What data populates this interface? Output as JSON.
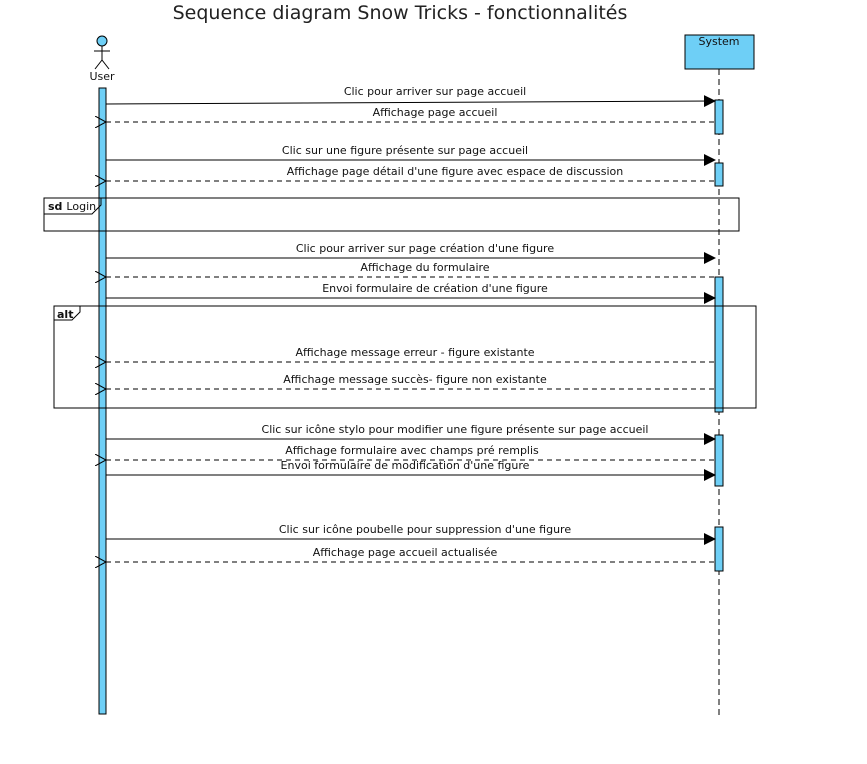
{
  "title": "Sequence diagram Snow Tricks - fonctionnalités",
  "actors": {
    "user": {
      "label": "User"
    },
    "system": {
      "label": "System"
    }
  },
  "colors": {
    "lifeline_fill": "#6ecff6",
    "stroke": "#000000"
  },
  "frames": {
    "login": {
      "keyword": "sd",
      "name": "Login"
    },
    "alt": {
      "keyword": "alt",
      "name": ""
    }
  },
  "messages": [
    {
      "text": "Clic pour arriver sur page accueil",
      "kind": "call"
    },
    {
      "text": "Affichage page accueil",
      "kind": "return"
    },
    {
      "text": "Clic sur une figure présente sur page accueil",
      "kind": "call"
    },
    {
      "text": "Affichage page détail d'une figure avec espace de discussion",
      "kind": "return"
    },
    {
      "text": "Clic pour arriver sur page création d'une figure",
      "kind": "call"
    },
    {
      "text": "Affichage du formulaire",
      "kind": "return"
    },
    {
      "text": "Envoi formulaire de création d'une figure",
      "kind": "call"
    },
    {
      "text": "Affichage message erreur - figure existante",
      "kind": "return"
    },
    {
      "text": "Affichage message succès- figure non existante",
      "kind": "return"
    },
    {
      "text": "Clic sur icône stylo pour modifier une figure présente sur page accueil",
      "kind": "call"
    },
    {
      "text": "Affichage formulaire avec champs pré remplis",
      "kind": "return"
    },
    {
      "text": "Envoi formulaire de modification d'une figure",
      "kind": "call"
    },
    {
      "text": "Clic sur icône poubelle pour suppression d'une figure",
      "kind": "call"
    },
    {
      "text": "Affichage page accueil actualisée",
      "kind": "return"
    }
  ]
}
